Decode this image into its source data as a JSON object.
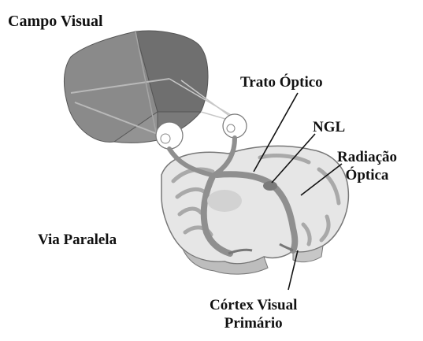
{
  "labels": {
    "campo_visual": "Campo Visual",
    "trato_optico": "Trato Óptico",
    "ngl": "NGL",
    "radiacao_line1": "Radiação",
    "radiacao_line2": "Óptica",
    "via_paralela": "Via Paralela",
    "cortex_line1": "Córtex Visual",
    "cortex_line2": "Primário"
  },
  "colors": {
    "visual_field_dark": "#7d7d7d",
    "visual_field_light": "#9a9a9a",
    "brain_light": "#e4e4e4",
    "brain_mid": "#bdbdbd",
    "pathway": "#8f8f8f",
    "leader_line": "#111111"
  }
}
